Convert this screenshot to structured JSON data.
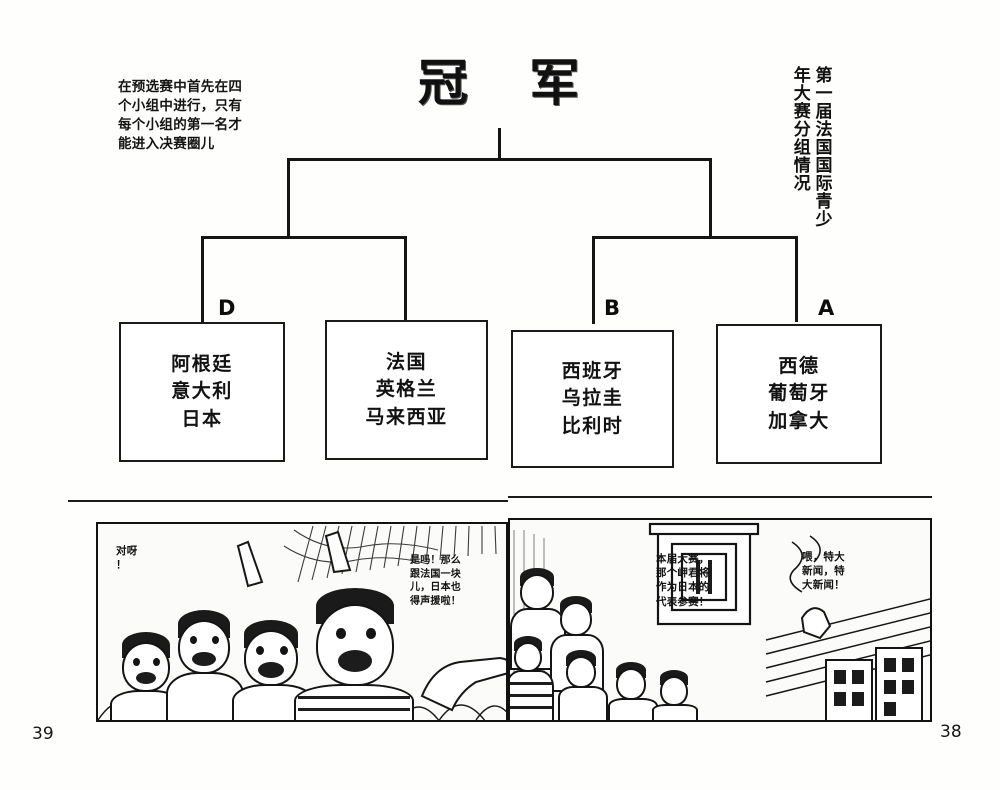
{
  "page": {
    "left_page_number": "39",
    "right_page_number": "38"
  },
  "bracket": {
    "champion_title": "冠 军",
    "side_note": "在预选赛中首先在四个小组中进行，只有每个小组的第一名才能进入决赛圈儿",
    "vertical_title": "第一届法国国际青少年大赛分组情况",
    "groups": [
      {
        "letter": "D",
        "teams": [
          "阿根廷",
          "意大利",
          "日本"
        ]
      },
      {
        "letter": "",
        "teams": [
          "法国",
          "英格兰",
          "马来西亚"
        ]
      },
      {
        "letter": "B",
        "teams": [
          "西班牙",
          "乌拉圭",
          "比利时"
        ]
      },
      {
        "letter": "A",
        "teams": [
          "西德",
          "葡萄牙",
          "加拿大"
        ]
      }
    ]
  },
  "comic": {
    "left_panel": {
      "bubbles": [
        {
          "text": "对呀\n！"
        },
        {
          "text": "是吗！那么\n跟法国一块\n儿，日本也\n得声援啦！"
        }
      ]
    },
    "right_panel": {
      "bubbles": [
        {
          "text": "本届大赛，\n那个岬君将\n作为日本的\n代表参赛！"
        },
        {
          "text": "喂，特大\n新闻，特\n大新闻！"
        }
      ]
    }
  },
  "colors": {
    "ink": "#141414",
    "paper": "#fdfdfb"
  }
}
